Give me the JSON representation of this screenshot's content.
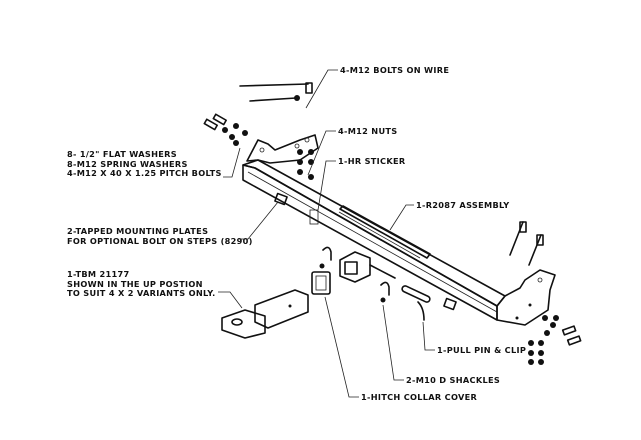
{
  "diagram": {
    "title": "Tow bar assembly exploded parts diagram",
    "labels": {
      "bolts_on_wire": "4-M12 BOLTS ON WIRE",
      "washers_line1": "8- 1/2\" FLAT WASHERS",
      "washers_line2": "8-M12 SPRING WASHERS",
      "washers_line3": "4-M12 X 40 X 1.25 PITCH BOLTS",
      "nuts": "4-M12 NUTS",
      "sticker": "1-HR STICKER",
      "assembly": "1-R2087 ASSEMBLY",
      "plates_line1": "2-TAPPED MOUNTING PLATES",
      "plates_line2": "FOR OPTIONAL BOLT ON STEPS (8290)",
      "tbm_line1": "1-TBM 21177",
      "tbm_line2": "SHOWN IN THE UP POSTION",
      "tbm_line3": "TO SUIT 4 X 2 VARIANTS ONLY.",
      "pull_pin": "1-PULL PIN & CLIP",
      "shackles": "2-M10 D SHACKLES",
      "collar_cover": "1-HITCH COLLAR COVER"
    }
  }
}
